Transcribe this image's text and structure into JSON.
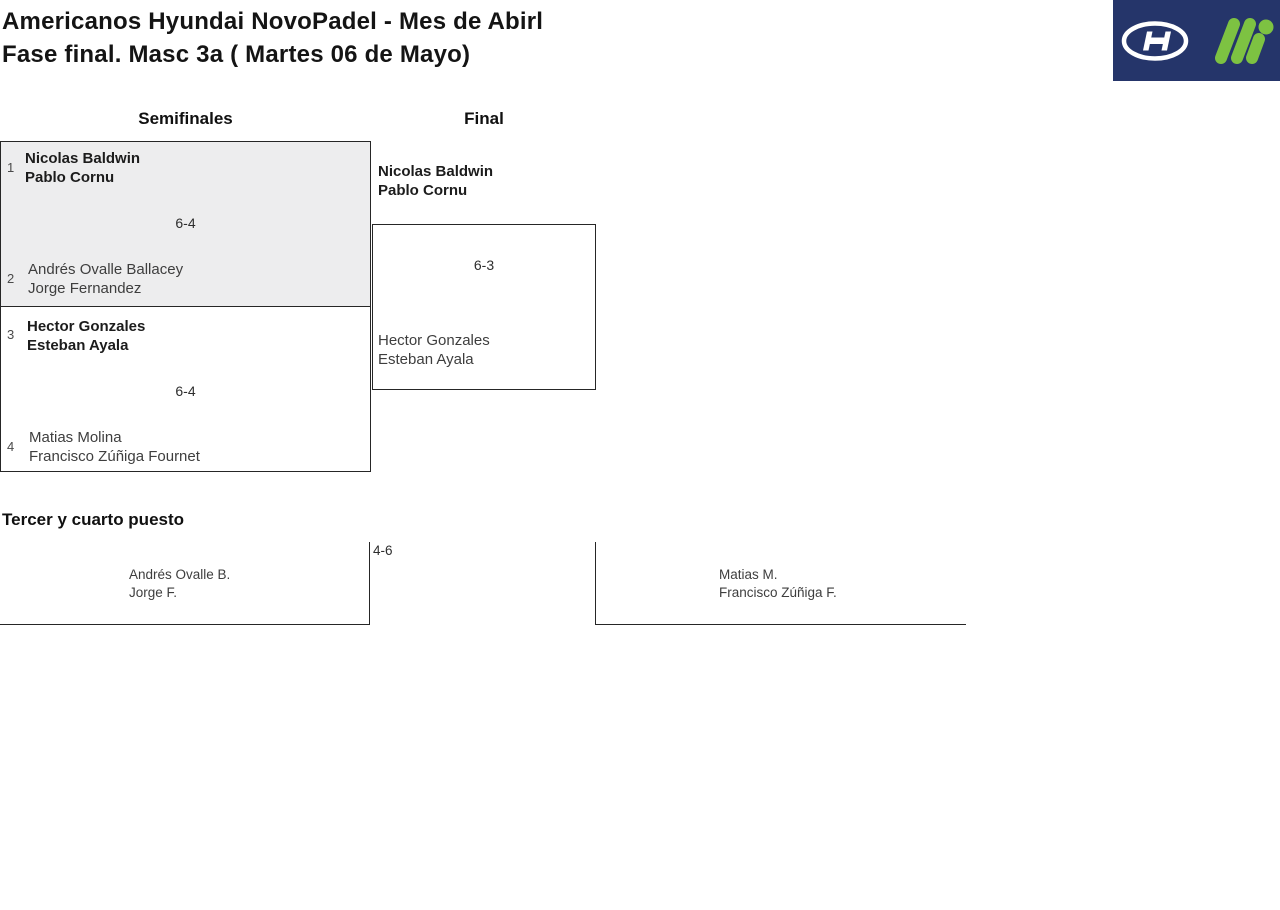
{
  "header": {
    "title_line1": "Americanos Hyundai NovoPadel - Mes de Abirl",
    "title_line2": "Fase final. Masc 3a ( Martes 06 de Mayo)"
  },
  "logo": {
    "background": "#25356a",
    "hyundai_color": "#ffffff",
    "mi_color": "#7dc242"
  },
  "bracket": {
    "rounds": {
      "semifinals_label": "Semifinales",
      "final_label": "Final"
    },
    "semifinal_1": {
      "seed_top": "1",
      "team_top_line1": "Nicolas Baldwin",
      "team_top_line2": "Pablo Cornu",
      "score": "6-4",
      "seed_bottom": "2",
      "team_bottom_line1": "Andrés Ovalle Ballacey",
      "team_bottom_line2": "Jorge Fernandez"
    },
    "semifinal_2": {
      "seed_top": "3",
      "team_top_line1": "Hector Gonzales",
      "team_top_line2": "Esteban Ayala",
      "score": "6-4",
      "seed_bottom": "4",
      "team_bottom_line1": "Matias Molina",
      "team_bottom_line2": "Francisco Zúñiga Fournet"
    },
    "final": {
      "winner_line1": "Nicolas Baldwin",
      "winner_line2": "Pablo Cornu",
      "score": "6-3",
      "runner_up_line1": "Hector Gonzales",
      "runner_up_line2": "Esteban Ayala"
    }
  },
  "third_place": {
    "heading": "Tercer y cuarto puesto",
    "score": "4-6",
    "left_team_line1": "Andrés Ovalle B.",
    "left_team_line2": "Jorge F.",
    "right_team_line1": "Matias M.",
    "right_team_line2": "Francisco Zúñiga F."
  }
}
